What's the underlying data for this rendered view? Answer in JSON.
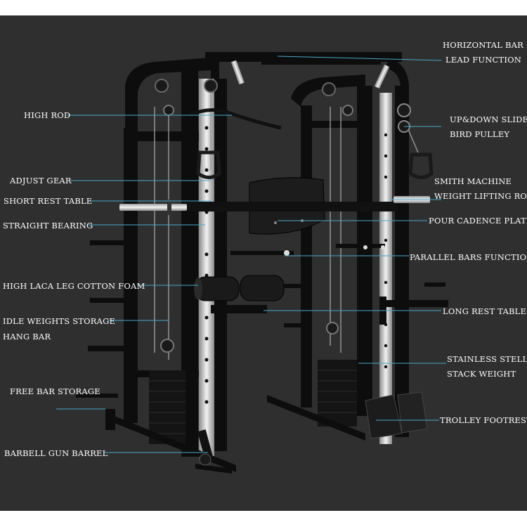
{
  "diagram": {
    "colors": {
      "background": "#2f2f2f",
      "frame": "#0d0d0d",
      "leader": "#4aa7c9",
      "text": "#ffffff",
      "chrome": "#c9c9c9"
    },
    "labels_left": {
      "high_rod": "HIGH ROD",
      "adjust_gear": "ADJUST GEAR",
      "short_rest_table": "SHORT REST TABLE",
      "straight_bearing": "STRAIGHT BEARING",
      "high_laca": "HIGH LACA LEG COTTON FOAM",
      "idle_weights_1": "IDLE WEIGHTS STORAGE",
      "idle_weights_2": "HANG BAR",
      "free_bar_storage": "FREE BAR STORAGE",
      "barbell_gun_barrel": "BARBELL GUN BARREL"
    },
    "labels_right": {
      "horizontal_bar": "HORIZONTAL BAR",
      "lead_function": "LEAD FUNCTION",
      "updown_1": "UP&DOWN SLIDE",
      "updown_2": "BIRD PULLEY",
      "smith_1": "SMITH MACHINE",
      "smith_2": "WEIGHT LIFTING ROD",
      "pour_cadence": "POUR CADENCE PLATE",
      "parallel_bars": "PARALLEL BARS FUNCTION",
      "long_rest_table": "LONG REST TABLE",
      "stainless_1": "STAINLESS STELL",
      "stainless_2": "STACK WEIGHT",
      "trolley_footrest": "TROLLEY FOOTREST"
    }
  }
}
